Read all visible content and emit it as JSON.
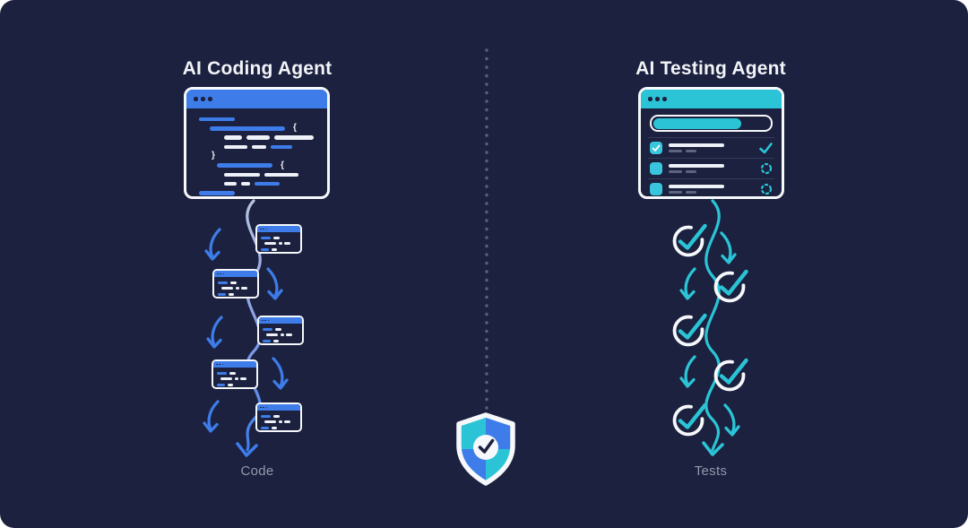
{
  "colors": {
    "background": "#1b213e",
    "blue": "#3d7ce9",
    "teal": "#2bc4d6",
    "white": "#f2f4f8",
    "muted_gray": "#5d6480",
    "label_gray": "#9298ae",
    "divider_dot": "#5a5f7a"
  },
  "left_panel": {
    "title": "AI Coding Agent",
    "output_label": "Code",
    "editor_window": {
      "icon": "browser-window",
      "code_lines": [
        {
          "indent": 6,
          "segments": [
            {
              "w": 40,
              "c": "blue"
            }
          ]
        },
        {
          "indent": 18,
          "segments": [
            {
              "w": 84,
              "c": "blue"
            }
          ],
          "brace_end": "{"
        },
        {
          "indent": 34,
          "segments": [
            {
              "w": 20,
              "c": "white"
            },
            {
              "w": 26,
              "c": "white"
            },
            {
              "w": 44,
              "c": "white"
            }
          ]
        },
        {
          "indent": 34,
          "segments": [
            {
              "w": 26,
              "c": "white"
            },
            {
              "w": 16,
              "c": "white"
            },
            {
              "w": 24,
              "c": "blue"
            }
          ]
        },
        {
          "indent": 20,
          "brace_start": "}",
          "segments": []
        },
        {
          "indent": 26,
          "segments": [
            {
              "w": 62,
              "c": "blue"
            }
          ],
          "brace_end": "{"
        },
        {
          "indent": 34,
          "segments": [
            {
              "w": 40,
              "c": "white"
            },
            {
              "w": 38,
              "c": "white"
            }
          ]
        },
        {
          "indent": 34,
          "segments": [
            {
              "w": 14,
              "c": "white"
            },
            {
              "w": 10,
              "c": "white"
            },
            {
              "w": 28,
              "c": "blue"
            }
          ]
        },
        {
          "indent": 6,
          "segments": [
            {
              "w": 40,
              "c": "blue"
            }
          ]
        }
      ]
    },
    "mini_window_rows": [
      [
        {
          "w": 11,
          "c": "blue"
        },
        {
          "w": 7,
          "c": "white"
        }
      ],
      [
        {
          "w": 13,
          "c": "white"
        },
        {
          "w": 4,
          "c": "white"
        },
        {
          "w": 7,
          "c": "white"
        }
      ],
      [
        {
          "w": 9,
          "c": "blue"
        },
        {
          "w": 6,
          "c": "white"
        }
      ]
    ],
    "flow_step_count": 5
  },
  "center": {
    "divider_style": "dotted-vertical",
    "shield_icon": "shield-check"
  },
  "right_panel": {
    "title": "AI Testing Agent",
    "output_label": "Tests",
    "test_window": {
      "icon": "checklist-window",
      "progress_percent": 76,
      "checklist": [
        {
          "checked": true,
          "status": "passed"
        },
        {
          "checked": false,
          "status": "running"
        },
        {
          "checked": false,
          "status": "running"
        }
      ]
    },
    "flow_step_count": 5
  }
}
